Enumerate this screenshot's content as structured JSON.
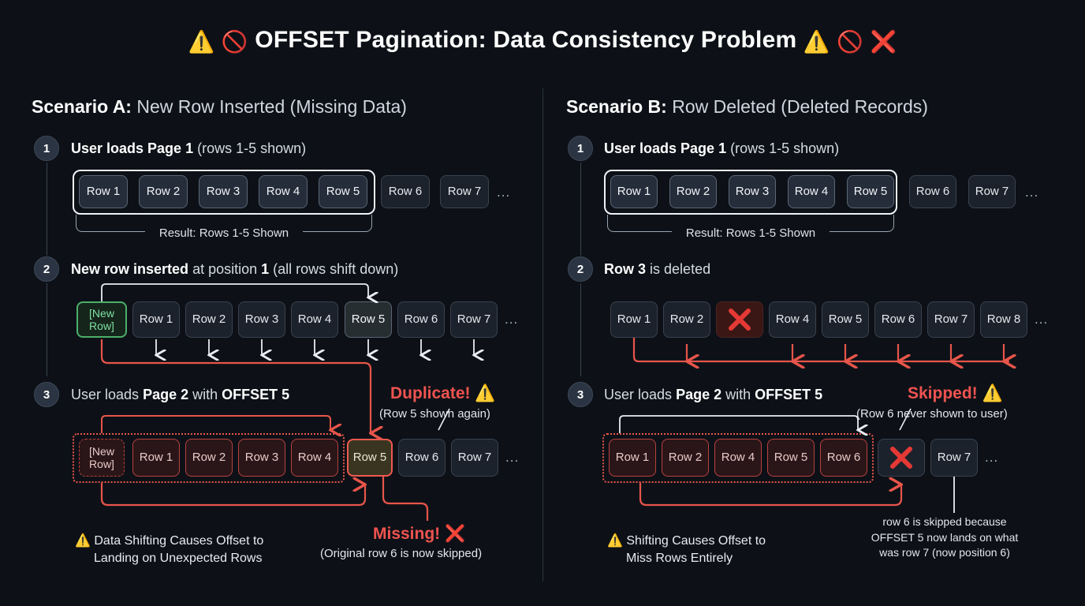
{
  "title": {
    "icon_left_1": "⚠️",
    "icon_left_2": "🚫",
    "text": "OFFSET Pagination: Data Consistency Problem",
    "icon_right_1": "⚠️",
    "icon_right_2": "🚫",
    "icon_right_3": "❌"
  },
  "colors": {
    "background": "#0d1117",
    "accent_red": "#ef5350",
    "accent_green": "#4caf6a",
    "accent_yellow": "#f2c12e",
    "box_border": "#39424f",
    "box_fill": "#1c222c"
  },
  "scenario_a": {
    "label": "Scenario A:",
    "subtitle": "New Row Inserted (Missing Data)",
    "steps": [
      {
        "number": "1",
        "label_bold": "User loads Page 1",
        "label_rest": "(rows 1-5 shown)",
        "rows": [
          "Row 1",
          "Row 2",
          "Row 3",
          "Row 4",
          "Row 5",
          "Row 6",
          "Row 7"
        ],
        "ellipsis": "...",
        "selected_count": 5,
        "bracket_label": "Result: Rows 1-5 Shown"
      },
      {
        "number": "2",
        "label_bold": "New row inserted",
        "label_mid": "at position",
        "label_num": "1",
        "label_rest": "(all rows shift down)",
        "rows": [
          "[New Row]",
          "Row 1",
          "Row 2",
          "Row 3",
          "Row 4",
          "Row 5",
          "Row 6",
          "Row 7"
        ],
        "ellipsis": "..."
      },
      {
        "number": "3",
        "label_pre": "User loads",
        "label_bold1": "Page 2",
        "label_mid": "with",
        "label_bold2": "OFFSET 5",
        "rows": [
          "[New Row]",
          "Row 1",
          "Row 2",
          "Row 3",
          "Row 4",
          "Row 5",
          "Row 6",
          "Row 7"
        ],
        "ellipsis": "...",
        "callout_title": "Duplicate!",
        "callout_icon": "⚠️",
        "callout_sub": "(Row 5 shown again)",
        "missing_title": "Missing!",
        "missing_icon": "❌",
        "missing_sub": "(Original row 6 is now skipped)"
      }
    ],
    "footer_note": {
      "icon": "⚠️",
      "line1": "Data Shifting Causes Offset to",
      "line2": "Landing on Unexpected Rows"
    }
  },
  "scenario_b": {
    "label": "Scenario B:",
    "subtitle": "Row Deleted (Deleted Records)",
    "steps": [
      {
        "number": "1",
        "label_bold": "User loads Page 1",
        "label_rest": "(rows 1-5 shown)",
        "rows": [
          "Row 1",
          "Row 2",
          "Row 3",
          "Row 4",
          "Row 5",
          "Row 6",
          "Row 7"
        ],
        "ellipsis": "...",
        "selected_count": 5,
        "bracket_label": "Result: Rows 1-5 Shown"
      },
      {
        "number": "2",
        "label_bold": "Row 3",
        "label_rest": "is deleted",
        "rows": [
          "Row 1",
          "Row 2",
          "✕",
          "Row 4",
          "Row 5",
          "Row 6",
          "Row 7",
          "Row 8"
        ],
        "deleted_index": 2,
        "ellipsis": "..."
      },
      {
        "number": "3",
        "label_pre": "User loads",
        "label_bold1": "Page 2",
        "label_mid": "with",
        "label_bold2": "OFFSET 5",
        "rows": [
          "Row 1",
          "Row 2",
          "Row 4",
          "Row 5",
          "Row 6",
          "✕",
          "Row 7"
        ],
        "skipped_index": 5,
        "ellipsis": "...",
        "callout_title": "Skipped!",
        "callout_icon": "⚠️",
        "callout_sub": "(Row 6 never shown to user)",
        "explain_line1": "row 6 is skipped because",
        "explain_line2": "OFFSET 5 now lands on what",
        "explain_line3": "was row 7 (now position 6)"
      }
    ],
    "footer_note": {
      "icon": "⚠️",
      "line1": "Shifting Causes Offset to",
      "line2": "Miss Rows Entirely"
    }
  }
}
